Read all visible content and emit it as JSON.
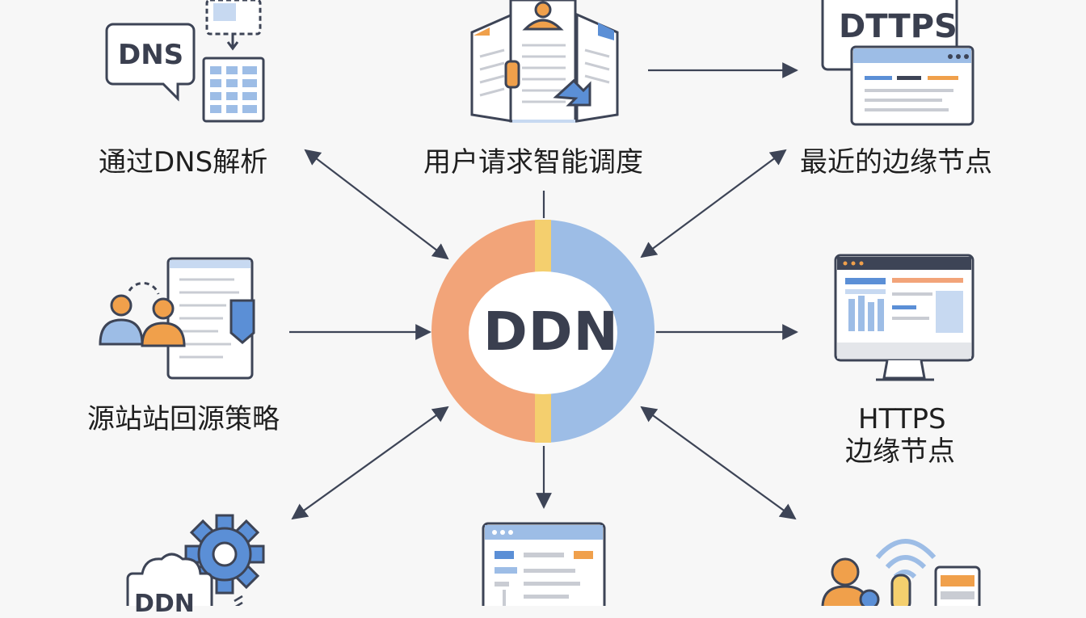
{
  "hub": {
    "label": "DDN"
  },
  "nodes": {
    "dns": {
      "label": "通过DNS解析",
      "icon_text": "DNS",
      "icon": "dns-bubble-icon"
    },
    "scheduling": {
      "label": "用户请求智能调度",
      "icon": "documents-user-icon"
    },
    "nearest_edge": {
      "label": "最近的边缘节点",
      "icon_text": "DTTPS",
      "icon": "browser-window-icon"
    },
    "origin_policy": {
      "label": "源站站回源策略",
      "icon": "users-document-icon"
    },
    "https_edge": {
      "line1": "HTTPS",
      "line2": "边缘节点",
      "icon": "monitor-dashboard-icon"
    },
    "ddn_config": {
      "icon_text": "DDN",
      "icon": "gear-cloud-icon"
    },
    "bottom_panel": {
      "icon": "dashboard-panel-icon"
    },
    "wireless_users": {
      "icon": "wifi-users-icon"
    }
  },
  "colors": {
    "orange": "#f2a479",
    "blue": "#9dbde6",
    "yellow": "#f4cf6e",
    "stroke": "#3d4456",
    "accent_orange": "#f0a04b",
    "accent_blue": "#5b8fd6"
  }
}
